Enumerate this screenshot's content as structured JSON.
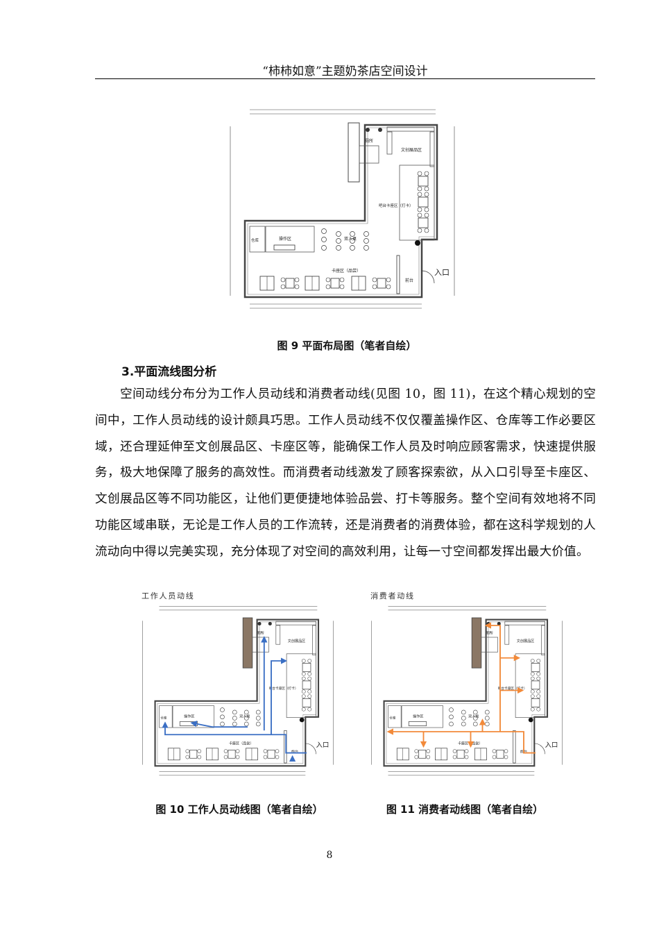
{
  "header": {
    "title": "“柿柿如意”主题奶茶店空间设计"
  },
  "plan_labels": {
    "toilet": "厕所",
    "creative": "文创展品区",
    "bar_booth": "吧台卡座区（打卡）",
    "storage": "仓库",
    "operation": "操作区",
    "double_table": "双人桌",
    "booth": "卡座区（品尝）",
    "front_desk": "前台",
    "entrance": "入口"
  },
  "figures": [
    {
      "caption": "图 9 平面布局图（笔者自绘）",
      "title": ""
    },
    {
      "caption": "图 10 工作人员动线图（笔者自绘）",
      "title": "工作人员动线",
      "flow_color": "#3b6fc4"
    },
    {
      "caption": "图 11 消费者动线图（笔者自绘）",
      "title": "消费者动线",
      "flow_color": "#f28a3a"
    }
  ],
  "section": {
    "heading": "3.平面流线图分析",
    "paragraph": "空间动线分布分为工作人员动线和消费者动线(见图 10，图 11)，在这个精心规划的空间中，工作人员动线的设计颇具巧思。工作人员动线不仅仅覆盖操作区、仓库等工作必要区域，还合理延伸至文创展品区、卡座区等，能确保工作人员及时响应顾客需求，快速提供服务，极大地保障了服务的高效性。而消费者动线激发了顾客探索欲，从入口引导至卡座区、文创展品区等不同功能区，让他们更便捷地体验品尝、打卡等服务。整个空间有效地将不同功能区域串联，无论是工作人员的工作流转，还是消费者的消费体验，都在这科学规划的人流动向中得以完美实现，充分体现了对空间的高效利用，让每一寸空间都发挥出最大价值。"
  },
  "page_number": "8"
}
